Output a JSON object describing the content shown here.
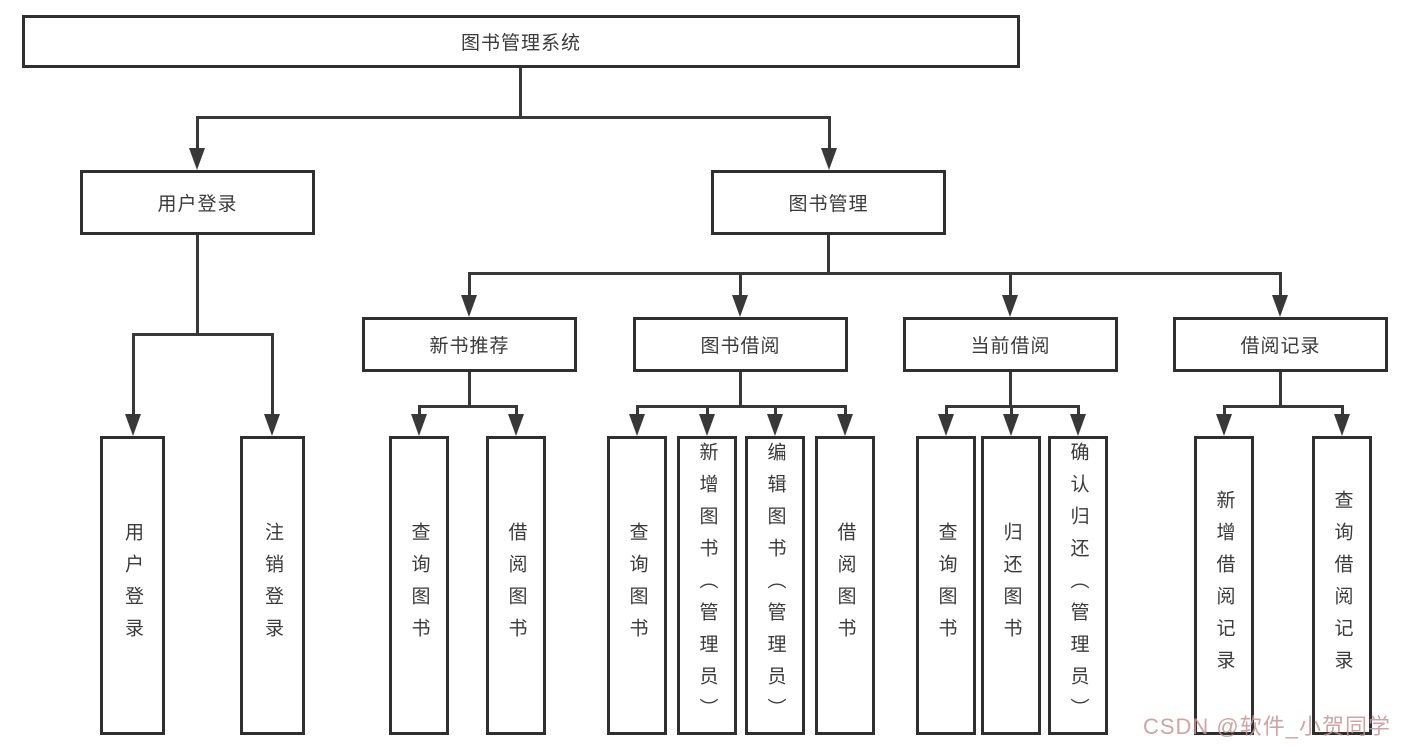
{
  "root": {
    "label": "图书管理系统"
  },
  "login": {
    "label": "用户登录",
    "children": [
      "用户登录",
      "注销登录"
    ]
  },
  "mgmt": {
    "label": "图书管理",
    "groups": [
      {
        "label": "新书推荐",
        "children": [
          "查询图书",
          "借阅图书"
        ]
      },
      {
        "label": "图书借阅",
        "children": [
          "查询图书",
          "新增图书（管理员）",
          "编辑图书（管理员）",
          "借阅图书"
        ]
      },
      {
        "label": "当前借阅",
        "children": [
          "查询图书",
          "归还图书",
          "确认归还（管理员）"
        ]
      },
      {
        "label": "借阅记录",
        "children": [
          "新增借阅记录",
          "查询借阅记录"
        ]
      }
    ]
  },
  "watermark": "CSDN @软件_小贺同学",
  "colors": {
    "line": "#383838",
    "border": "#2f2f2f",
    "text": "#3a3a3a",
    "watermark": "#c69494"
  }
}
